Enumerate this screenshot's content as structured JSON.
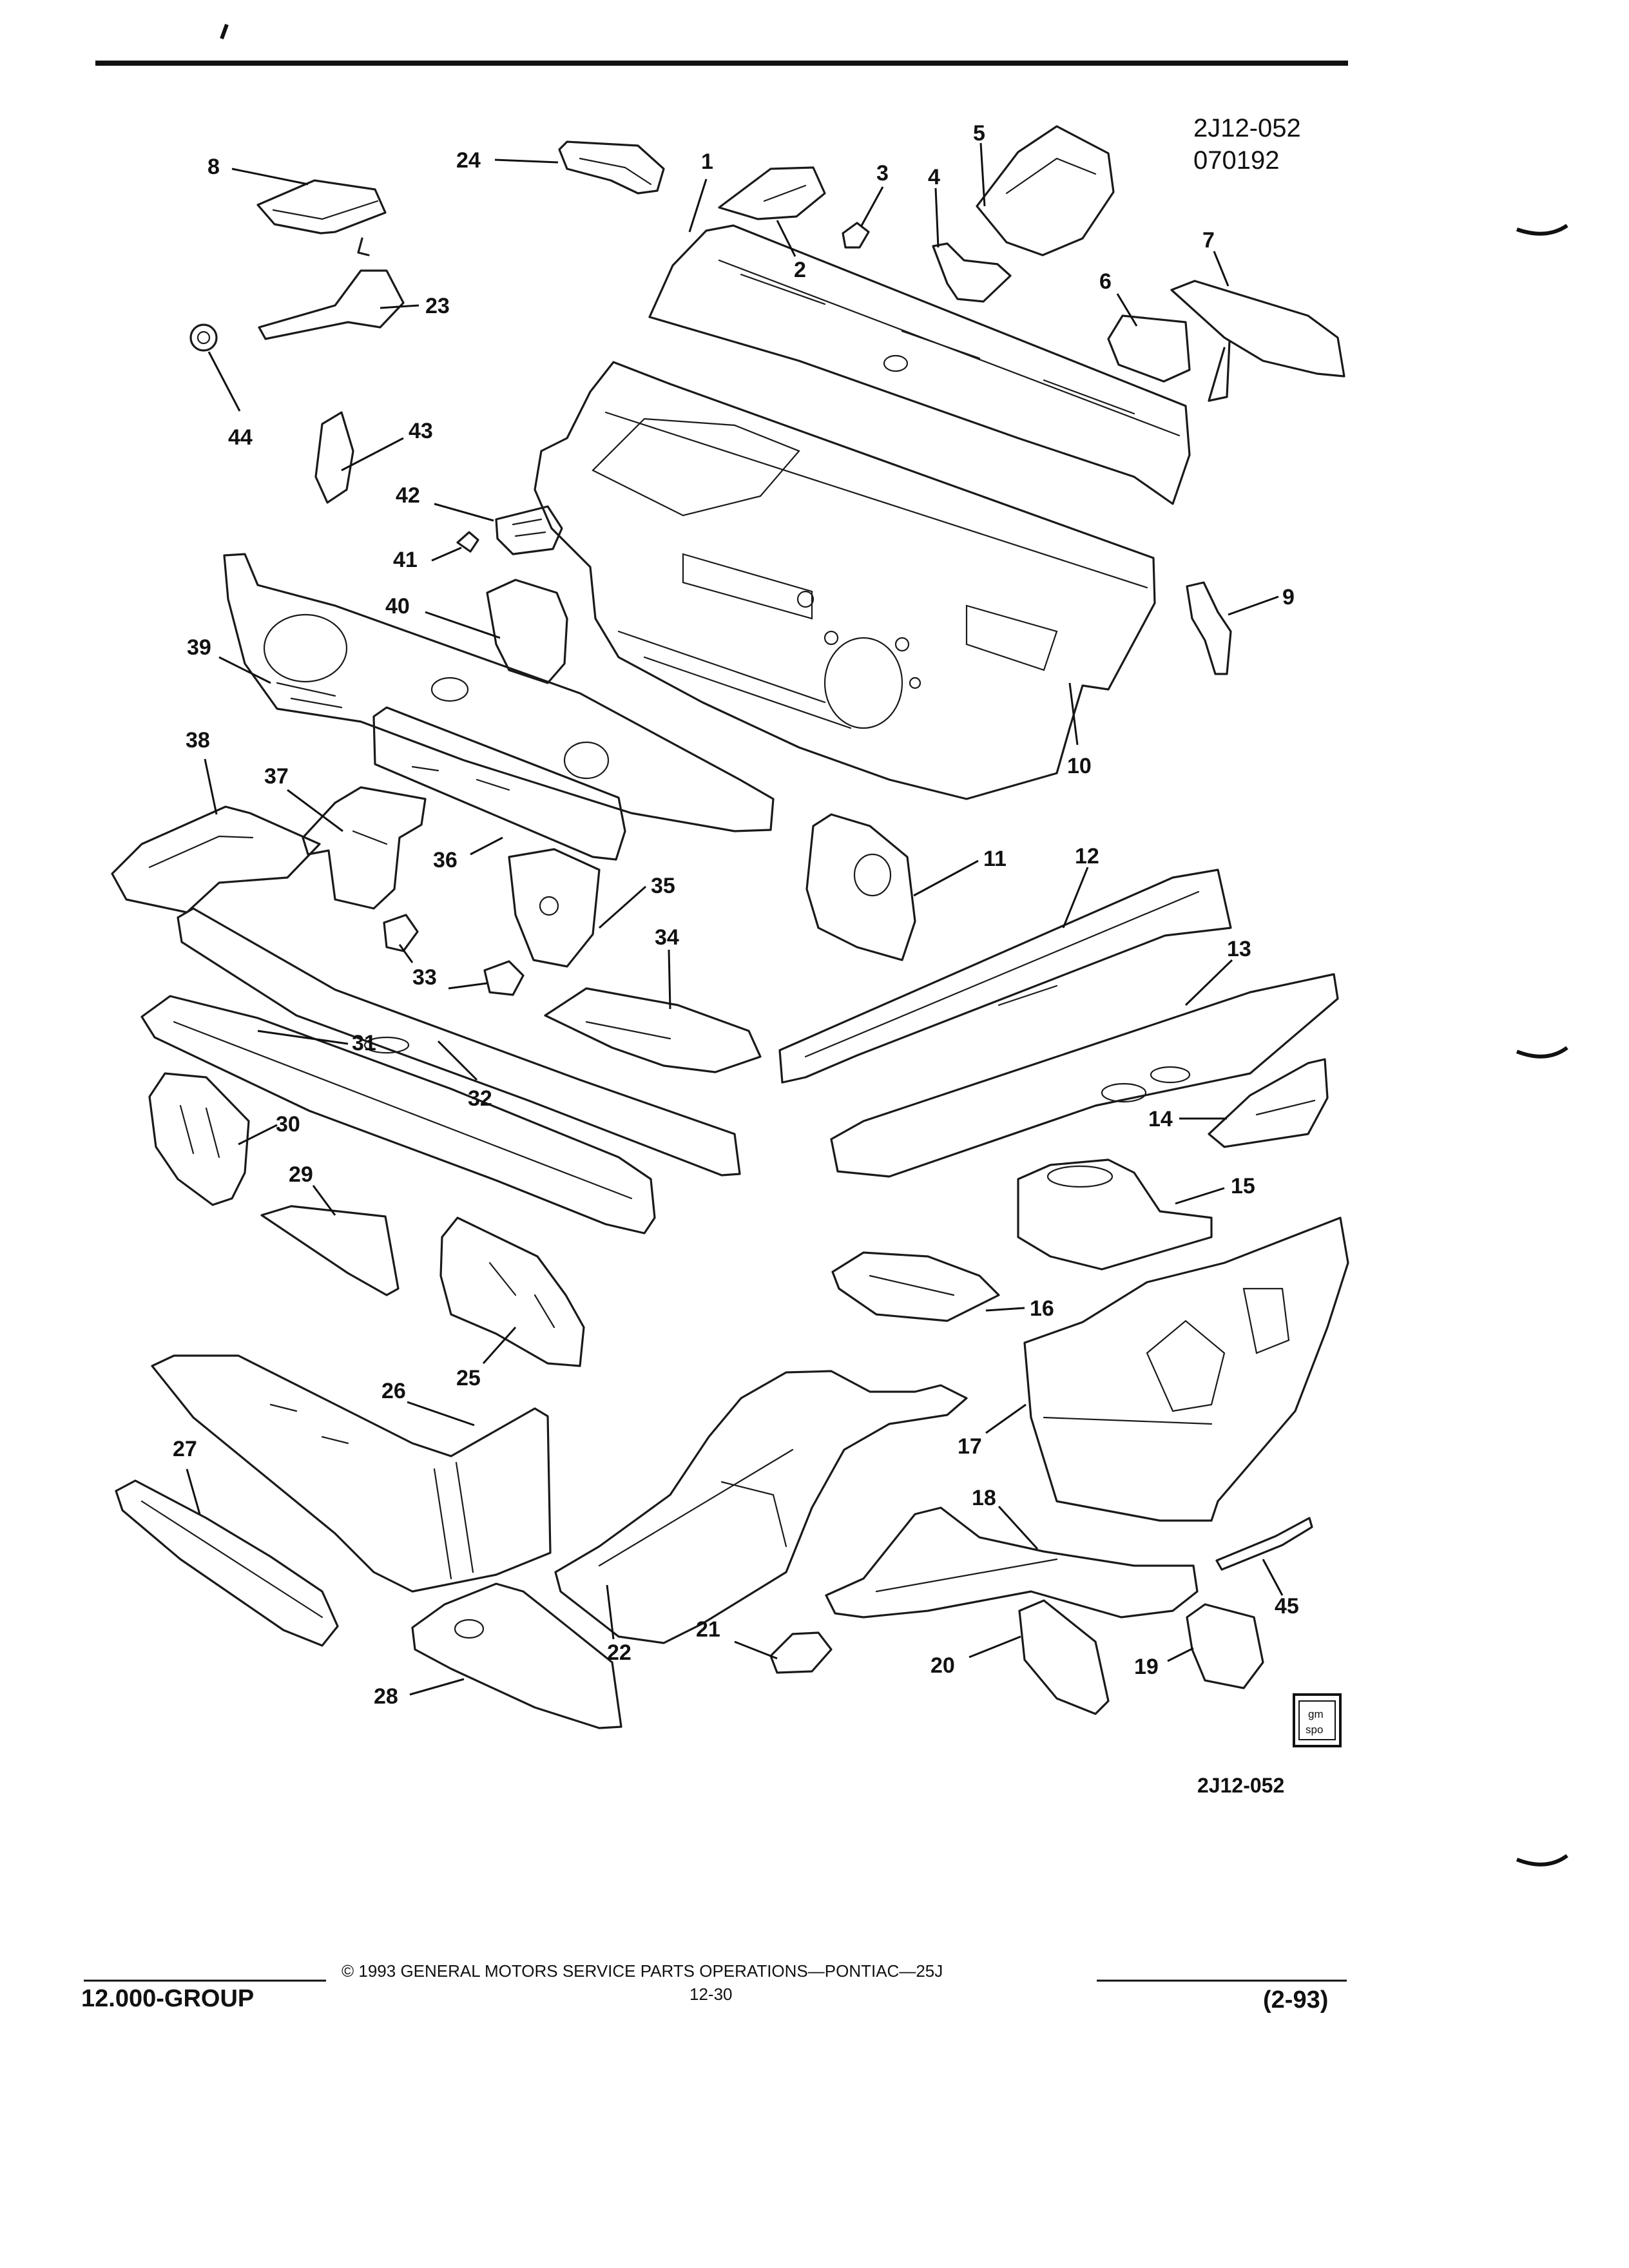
{
  "header": {
    "ref_code": "2J12-052",
    "ref_date": "070192"
  },
  "figure": {
    "ref_code_bottom": "2J12-052",
    "logo_text_top": "gm",
    "logo_text_bottom": "spo"
  },
  "callouts": [
    {
      "id": "1",
      "label": "1"
    },
    {
      "id": "2",
      "label": "2"
    },
    {
      "id": "3",
      "label": "3"
    },
    {
      "id": "4",
      "label": "4"
    },
    {
      "id": "5",
      "label": "5"
    },
    {
      "id": "6",
      "label": "6"
    },
    {
      "id": "7",
      "label": "7"
    },
    {
      "id": "8",
      "label": "8"
    },
    {
      "id": "9",
      "label": "9"
    },
    {
      "id": "10",
      "label": "10"
    },
    {
      "id": "11",
      "label": "11"
    },
    {
      "id": "12",
      "label": "12"
    },
    {
      "id": "13",
      "label": "13"
    },
    {
      "id": "14",
      "label": "14"
    },
    {
      "id": "15",
      "label": "15"
    },
    {
      "id": "16",
      "label": "16"
    },
    {
      "id": "17",
      "label": "17"
    },
    {
      "id": "18",
      "label": "18"
    },
    {
      "id": "19",
      "label": "19"
    },
    {
      "id": "20",
      "label": "20"
    },
    {
      "id": "21",
      "label": "21"
    },
    {
      "id": "22",
      "label": "22"
    },
    {
      "id": "23",
      "label": "23"
    },
    {
      "id": "24",
      "label": "24"
    },
    {
      "id": "25",
      "label": "25"
    },
    {
      "id": "26",
      "label": "26"
    },
    {
      "id": "27",
      "label": "27"
    },
    {
      "id": "28",
      "label": "28"
    },
    {
      "id": "29",
      "label": "29"
    },
    {
      "id": "30",
      "label": "30"
    },
    {
      "id": "31",
      "label": "31"
    },
    {
      "id": "32",
      "label": "32"
    },
    {
      "id": "33",
      "label": "33"
    },
    {
      "id": "34",
      "label": "34"
    },
    {
      "id": "35",
      "label": "35"
    },
    {
      "id": "36",
      "label": "36"
    },
    {
      "id": "37",
      "label": "37"
    },
    {
      "id": "38",
      "label": "38"
    },
    {
      "id": "39",
      "label": "39"
    },
    {
      "id": "40",
      "label": "40"
    },
    {
      "id": "41",
      "label": "41"
    },
    {
      "id": "42",
      "label": "42"
    },
    {
      "id": "43",
      "label": "43"
    },
    {
      "id": "44",
      "label": "44"
    },
    {
      "id": "45",
      "label": "45"
    }
  ],
  "footer": {
    "copyright": "© 1993 GENERAL MOTORS SERVICE PARTS OPERATIONS—PONTIAC—25J",
    "group": "12.000-GROUP",
    "page": "12-30",
    "revision": "(2-93)"
  }
}
